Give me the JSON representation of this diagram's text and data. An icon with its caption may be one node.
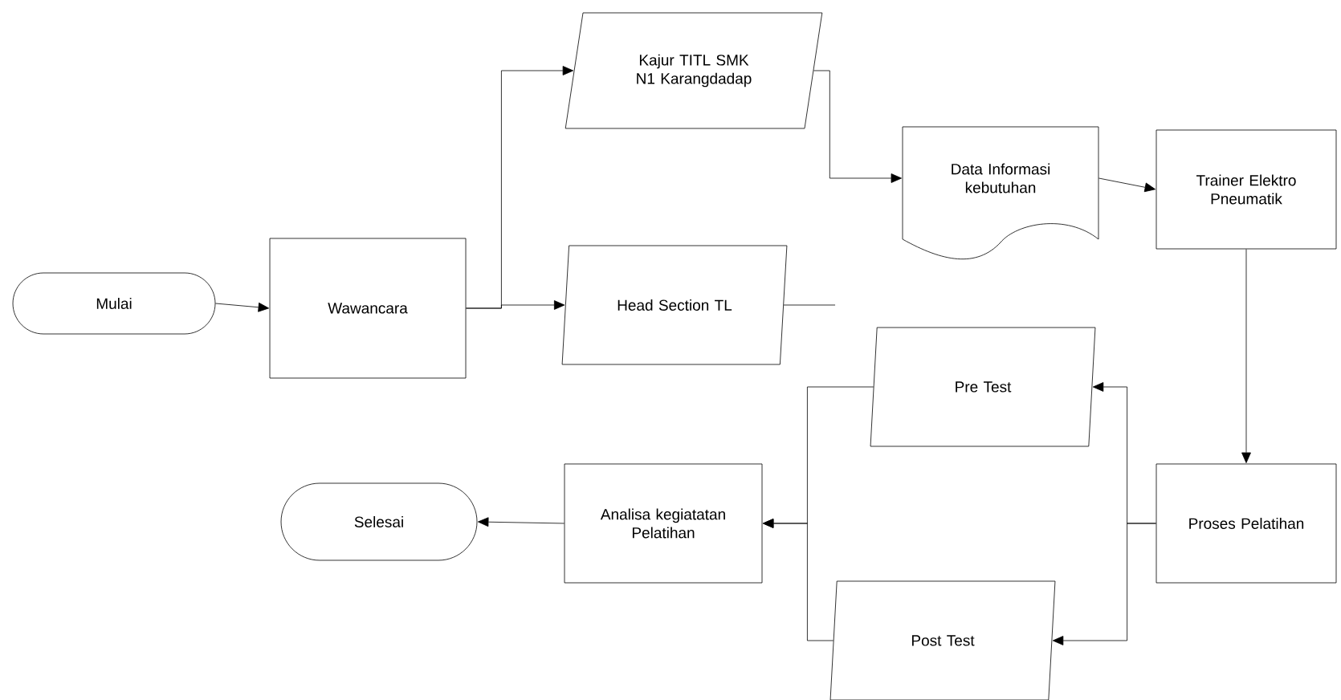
{
  "diagram": {
    "nodes": [
      {
        "text": [
          "Mulai"
        ]
      },
      {
        "text": [
          "Wawancara"
        ]
      },
      {
        "text": [
          "Kajur TITL SMK N1 Karangdadap"
        ]
      },
      {
        "text": [
          "Head Section TL"
        ]
      },
      {
        "text": [
          "Data Informasi kebutuhan"
        ]
      },
      {
        "text": [
          "Trainer Elektro Pneumatik"
        ]
      },
      {
        "text": [
          "Pre Test"
        ]
      },
      {
        "text": [
          "Proses Pelatihan"
        ]
      },
      {
        "text": [
          "Selesai"
        ]
      },
      {
        "text": [
          "Analisa kegiatatan Pelatihan"
        ]
      },
      {
        "text": [
          "Post Test"
        ]
      }
    ],
    "edges": [
      {
        "from": 0,
        "to": 1,
        "arrow": "to"
      },
      {
        "from": 1,
        "to": 2,
        "arrow": "to"
      },
      {
        "from": 1,
        "to": 3,
        "arrow": "to"
      },
      {
        "from": 2,
        "to": 4,
        "arrow": "to"
      },
      {
        "from": 4,
        "to": 5,
        "arrow": "to"
      },
      {
        "from": 3,
        "to": null,
        "arrow": "none"
      },
      {
        "from": 5,
        "to": 7,
        "arrow": "to"
      },
      {
        "from": 7,
        "to": 6,
        "arrow": "to"
      },
      {
        "from": 7,
        "to": 10,
        "arrow": "to"
      },
      {
        "from": 6,
        "to": 9,
        "arrow": "to"
      },
      {
        "from": 10,
        "to": 9,
        "arrow": "to"
      },
      {
        "from": 9,
        "to": 8,
        "arrow": "to"
      }
    ]
  }
}
